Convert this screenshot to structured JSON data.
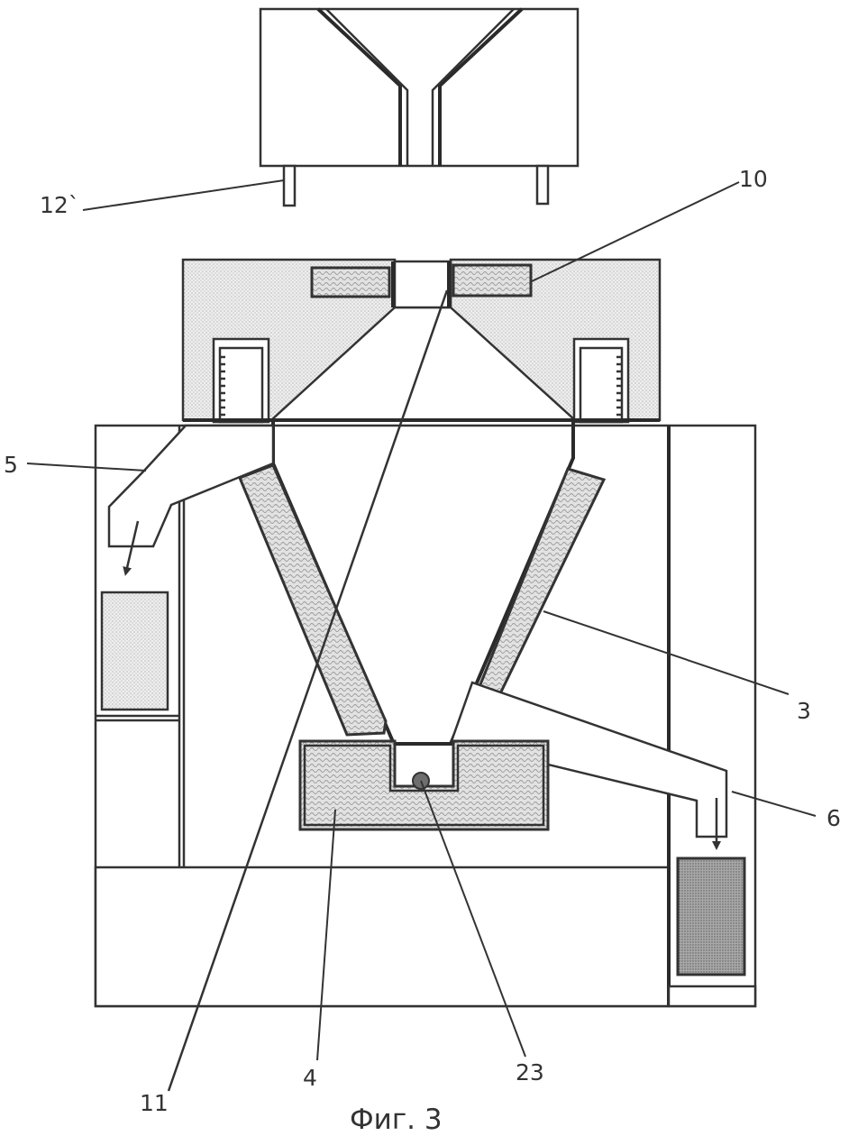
{
  "labels": {
    "l12": "12`",
    "l10": "10",
    "l5": "5",
    "l3": "3",
    "l6": "6",
    "l11": "11",
    "l4": "4",
    "l23": "23"
  },
  "caption": "Фиг. 3",
  "colors": {
    "line": "#333333",
    "fill_light": "#e4e4e4",
    "fill_dark": "#9a9a9a"
  }
}
